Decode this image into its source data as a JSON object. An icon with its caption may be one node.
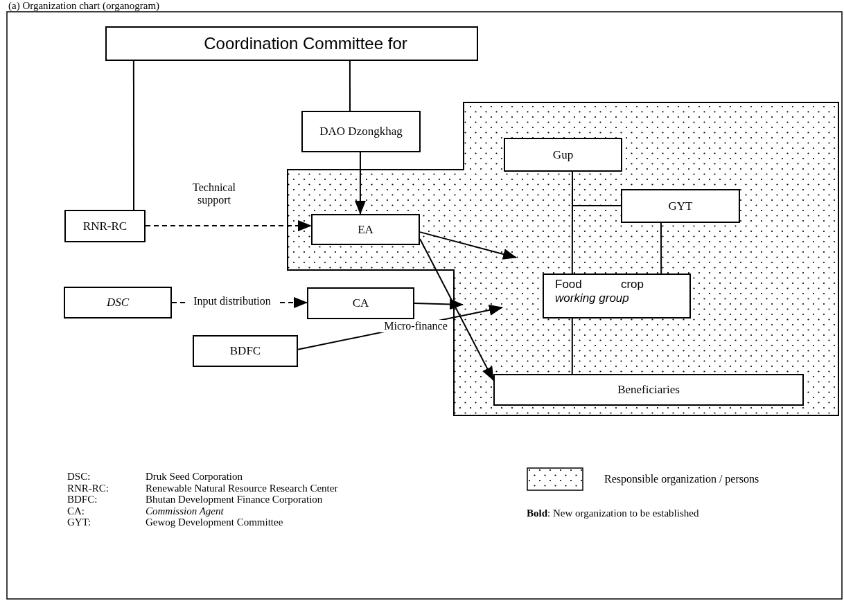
{
  "diagram": {
    "title": "(a) Organization chart (organogram)",
    "nodes": [
      {
        "text": [
          "Coordination Committee for"
        ]
      },
      {
        "text": [
          "DAO Dzongkhag"
        ]
      },
      {
        "text": [
          "RNR-RC"
        ]
      },
      {
        "text": [
          "EA"
        ]
      },
      {
        "text": [
          "Gup"
        ]
      },
      {
        "text": [
          "GYT"
        ]
      },
      {
        "text": [
          "Food crop *working group*"
        ]
      },
      {
        "text": [
          "*DSC*"
        ]
      },
      {
        "text": [
          "CA"
        ]
      },
      {
        "text": [
          "BDFC"
        ]
      },
      {
        "text": [
          "Beneficiaries"
        ]
      }
    ],
    "edges": [
      {
        "from": 0,
        "to": 1,
        "arrow": "none"
      },
      {
        "from": 0,
        "to": 2,
        "arrow": "none"
      },
      {
        "from": 1,
        "to": 3,
        "arrow": "to"
      },
      {
        "from": 2,
        "to": 3,
        "arrow": "to",
        "style": "dashed",
        "label": "Technical support"
      },
      {
        "from": 7,
        "to": 8,
        "arrow": "to",
        "style": "dashed",
        "label": "Input distribution"
      },
      {
        "from": 3,
        "to": null,
        "arrow": "to"
      },
      {
        "from": 3,
        "to": 10,
        "arrow": "to"
      },
      {
        "from": 8,
        "to": null,
        "arrow": "to"
      },
      {
        "from": 9,
        "to": null,
        "arrow": "to",
        "label": "Micro-finance"
      },
      {
        "from": 4,
        "to": 6,
        "arrow": "none"
      },
      {
        "from": 4,
        "to": 5,
        "arrow": "none"
      },
      {
        "from": 5,
        "to": 6,
        "arrow": "none"
      },
      {
        "from": 6,
        "to": 10,
        "arrow": "none"
      }
    ],
    "labels": [
      "DSC:",
      "Druk Seed Corporation",
      "RNR-RC:",
      "Renewable Natural Resource Research Center",
      "BDFC:",
      "Bhutan Development Finance Corporation",
      "CA:",
      "*Commission Agent*",
      "GYT:",
      "Gewog Development Committee",
      "**Bold**: New organization to be established"
    ],
    "legend": [
      {
        "text": "Responsible organization / persons"
      }
    ]
  }
}
